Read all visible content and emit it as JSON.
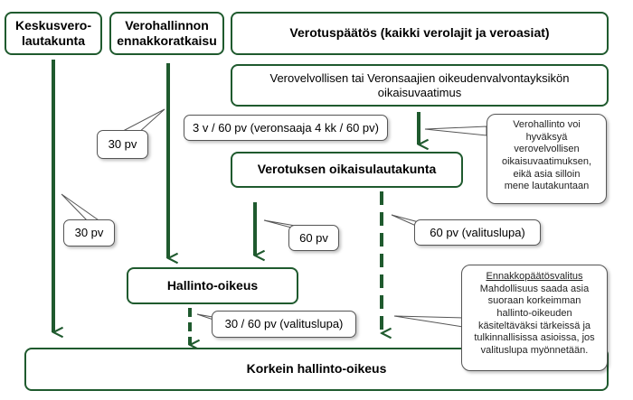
{
  "colors": {
    "arrow": "#1f5a2e",
    "box_border": "#1f5a2e",
    "callout_border": "#555555"
  },
  "boxes": {
    "keskusvero": "Keskusvero-\nlautakunta",
    "verohallinnon": "Verohallinnon\nennakkoratkaisu",
    "verotuspaatos": "Verotuspäätös (kaikki verolajit ja veroasiat)",
    "oikaisuvaatimus": "Verovelvollisen tai Veronsaajien oikeudenvalvontayksikön\noikaisuvaatimus",
    "oikaisulautakunta": "Verotuksen oikaisulautakunta",
    "hallinto_oikeus": "Hallinto-oikeus",
    "korkein": "Korkein hallinto-oikeus"
  },
  "callouts": {
    "c30_upper": "30 pv",
    "c30_lower": "30 pv",
    "c3v": "3 v / 60 pv (veronsaaja 4 kk / 60 pv)",
    "c60": "60 pv",
    "c60_valitus": "60 pv (valituslupa)",
    "c30_60": "30 / 60 pv (valituslupa)"
  },
  "notes": {
    "verohallinto_voi": "Verohallinto voi\nhyväksyä\nverovelvollisen\noikaisuvaatimuksen,\neikä asia silloin\nmene lautakuntaan",
    "ennakko_title": "Ennakkopäätösvalitus",
    "ennakko_body": "Mahdollisuus saada asia\nsuoraan korkeimman\nhallinto-oikeuden\nkäsiteltäväksi tärkeissä ja\ntulkinnallisissa asioissa, jos\nvalituslupa myönnetään."
  }
}
